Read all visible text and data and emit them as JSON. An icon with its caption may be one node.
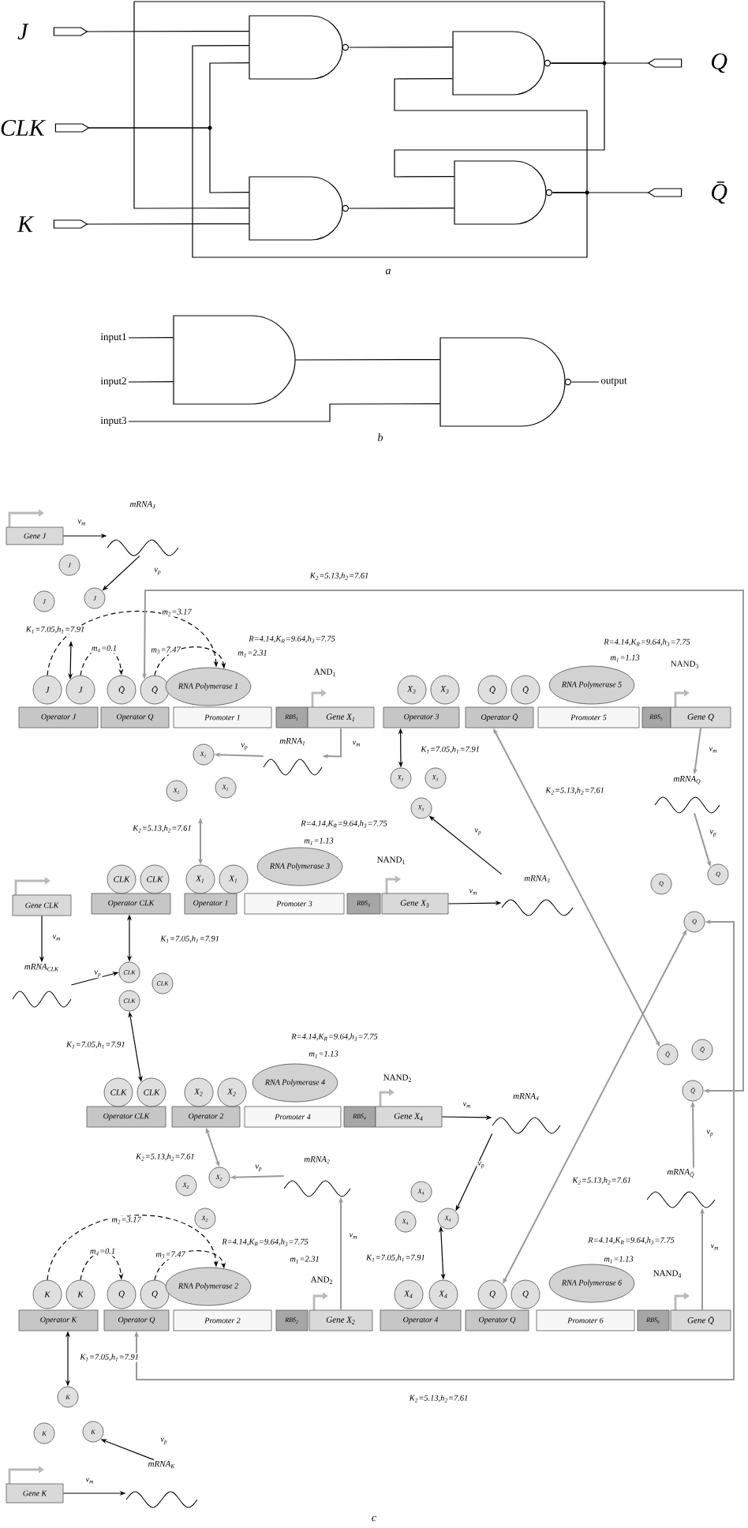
{
  "diagram": {
    "nodes": [
      {
        "text": [
          "J"
        ]
      },
      {
        "text": [
          "CLK"
        ]
      },
      {
        "text": [
          "K"
        ]
      },
      {
        "text": [],
        "shape": "gate"
      },
      {
        "text": [],
        "shape": "gate"
      },
      {
        "text": [],
        "shape": "gate"
      },
      {
        "text": [],
        "shape": "gate"
      },
      {
        "text": [
          "Q"
        ]
      },
      {
        "text": [
          "Q̄"
        ]
      },
      {
        "text": [
          "input1"
        ]
      },
      {
        "text": [
          "input2"
        ]
      },
      {
        "text": [
          "input3"
        ]
      },
      {
        "text": [],
        "shape": "gate"
      },
      {
        "text": [],
        "shape": "gate"
      },
      {
        "text": [
          "output"
        ]
      },
      {
        "text": [
          "Gene J"
        ]
      },
      {
        "text": [
          "mRNA$_{J}$"
        ]
      },
      {
        "text": [
          "J"
        ]
      },
      {
        "text": [
          "J"
        ]
      },
      {
        "text": [
          "J"
        ]
      },
      {
        "text": [
          "Operator J"
        ]
      },
      {
        "text": [
          "Operator Q"
        ]
      },
      {
        "text": [
          "Promoter 1"
        ]
      },
      {
        "text": [
          "RBS$_{1}$"
        ]
      },
      {
        "text": [
          "Gene X$_{1}$"
        ]
      },
      {
        "text": [
          "J"
        ]
      },
      {
        "text": [
          "J"
        ]
      },
      {
        "text": [
          "Q̄"
        ]
      },
      {
        "text": [
          "Q̄"
        ]
      },
      {
        "text": [
          "RNA Polymerase 1"
        ]
      },
      {
        "text": [
          "Operator 3"
        ]
      },
      {
        "text": [
          "Operator Q̄"
        ]
      },
      {
        "text": [
          "Promoter 5"
        ]
      },
      {
        "text": [
          "RBS$_{5}$"
        ]
      },
      {
        "text": [
          "Gene Q"
        ]
      },
      {
        "text": [
          "X$_{3}$"
        ]
      },
      {
        "text": [
          "X$_{3}$"
        ]
      },
      {
        "text": [
          "Q̄"
        ]
      },
      {
        "text": [
          "Q̄"
        ]
      },
      {
        "text": [
          "RNA Polymerase 5"
        ]
      },
      {
        "text": [
          "mRNA$_{1}$"
        ]
      },
      {
        "text": [
          "X$_{1}$"
        ]
      },
      {
        "text": [
          "X$_{1}$"
        ]
      },
      {
        "text": [
          "X$_{1}$"
        ]
      },
      {
        "text": [
          "X$_{3}$"
        ]
      },
      {
        "text": [
          "X$_{3}$"
        ]
      },
      {
        "text": [
          "X$_{3}$"
        ]
      },
      {
        "text": [
          "mRNA$_{Q}$"
        ]
      },
      {
        "text": [
          "Q"
        ]
      },
      {
        "text": [
          "Q"
        ]
      },
      {
        "text": [
          "Q"
        ]
      },
      {
        "text": [
          "Gene CLK"
        ]
      },
      {
        "text": [
          "Operator CLK"
        ]
      },
      {
        "text": [
          "Operator 1"
        ]
      },
      {
        "text": [
          "Promoter 3"
        ]
      },
      {
        "text": [
          "RBS$_{3}$"
        ]
      },
      {
        "text": [
          "Gene X$_{3}$"
        ]
      },
      {
        "text": [
          "CLK"
        ]
      },
      {
        "text": [
          "CLK"
        ]
      },
      {
        "text": [
          "X$_{1}$"
        ]
      },
      {
        "text": [
          "X$_{1}$"
        ]
      },
      {
        "text": [
          "RNA Polymerase 3"
        ]
      },
      {
        "text": [
          "mRNA$_{3}$"
        ]
      },
      {
        "text": [
          "mRNA$_{CLK}$"
        ]
      },
      {
        "text": [
          "CLK"
        ]
      },
      {
        "text": [
          "CLK"
        ]
      },
      {
        "text": [
          "CLK"
        ]
      },
      {
        "text": [
          "Operator CLK"
        ]
      },
      {
        "text": [
          "Operator 2"
        ]
      },
      {
        "text": [
          "Promoter 4"
        ]
      },
      {
        "text": [
          "RBS$_{4}$"
        ]
      },
      {
        "text": [
          "Gene X$_{4}$"
        ]
      },
      {
        "text": [
          "CLK"
        ]
      },
      {
        "text": [
          "CLK"
        ]
      },
      {
        "text": [
          "X$_{2}$"
        ]
      },
      {
        "text": [
          "X$_{2}$"
        ]
      },
      {
        "text": [
          "RNA Polymerase 4"
        ]
      },
      {
        "text": [
          "mRNA$_{4}$"
        ]
      },
      {
        "text": [
          "Q̄"
        ]
      },
      {
        "text": [
          "Q̄"
        ]
      },
      {
        "text": [
          "Q̄"
        ]
      },
      {
        "text": [
          "X$_{2}$"
        ]
      },
      {
        "text": [
          "X$_{2}$"
        ]
      },
      {
        "text": [
          "X$_{2}$"
        ]
      },
      {
        "text": [
          "mRNA$_{2}$"
        ]
      },
      {
        "text": [
          "X$_{4}$"
        ]
      },
      {
        "text": [
          "X$_{4}$"
        ]
      },
      {
        "text": [
          "X$_{4}$"
        ]
      },
      {
        "text": [
          "mRNA$_{Q̄}$"
        ]
      },
      {
        "text": [
          "Operator K"
        ]
      },
      {
        "text": [
          "Operator Q"
        ]
      },
      {
        "text": [
          "Promoter 2"
        ]
      },
      {
        "text": [
          "RBS$_{2}$"
        ]
      },
      {
        "text": [
          "Gene X$_{2}$"
        ]
      },
      {
        "text": [
          "K"
        ]
      },
      {
        "text": [
          "K"
        ]
      },
      {
        "text": [
          "Q"
        ]
      },
      {
        "text": [
          "Q"
        ]
      },
      {
        "text": [
          "RNA Polymerase 2"
        ]
      },
      {
        "text": [
          "Operator 4"
        ]
      },
      {
        "text": [
          "Operator Q"
        ]
      },
      {
        "text": [
          "Promoter 6"
        ]
      },
      {
        "text": [
          "RBS$_{6}$"
        ]
      },
      {
        "text": [
          "Gene Q̄"
        ]
      },
      {
        "text": [
          "X$_{4}$"
        ]
      },
      {
        "text": [
          "X$_{4}$"
        ]
      },
      {
        "text": [
          "Q"
        ]
      },
      {
        "text": [
          "Q"
        ]
      },
      {
        "text": [
          "RNA Polymerase 6"
        ]
      },
      {
        "text": [
          "K"
        ]
      },
      {
        "text": [
          "K"
        ]
      },
      {
        "text": [
          "K"
        ]
      },
      {
        "text": [
          "Gene K"
        ]
      },
      {
        "text": [
          "mRNA$_{K}$"
        ]
      }
    ],
    "edges": [
      {
        "from": 0,
        "to": 3,
        "arrow": "none"
      },
      {
        "from": 1,
        "to": 3,
        "arrow": "none"
      },
      {
        "from": 1,
        "to": 5,
        "arrow": "none"
      },
      {
        "from": 2,
        "to": 5,
        "arrow": "none"
      },
      {
        "from": 3,
        "to": 4,
        "arrow": "none"
      },
      {
        "from": 5,
        "to": 6,
        "arrow": "none"
      },
      {
        "from": 4,
        "to": 7,
        "arrow": "none"
      },
      {
        "from": 6,
        "to": 8,
        "arrow": "none"
      },
      {
        "from": 4,
        "to": 5,
        "arrow": "none"
      },
      {
        "from": 6,
        "to": 3,
        "arrow": "none"
      },
      {
        "from": 4,
        "to": 6,
        "arrow": "none"
      },
      {
        "from": 6,
        "to": 4,
        "arrow": "none"
      },
      {
        "from": 9,
        "to": 12,
        "arrow": "none"
      },
      {
        "from": 10,
        "to": 12,
        "arrow": "none"
      },
      {
        "from": 11,
        "to": 13,
        "arrow": "none"
      },
      {
        "from": 12,
        "to": 13,
        "arrow": "none"
      },
      {
        "from": 13,
        "to": 14,
        "arrow": "none"
      },
      {
        "from": 15,
        "to": 16,
        "arrow": "to",
        "label": "v$_{m}$"
      },
      {
        "from": 16,
        "to": 19,
        "arrow": "to",
        "label": "v$_{p}$"
      },
      {
        "from": null,
        "to": 26,
        "arrow": "both",
        "label": "K$_{1}$=7.05,h$_{1}$=7.91"
      },
      {
        "from": 25,
        "to": 29,
        "arrow": "to",
        "style": "dashed",
        "label": "m$_{2}$=3.17"
      },
      {
        "from": 26,
        "to": 27,
        "arrow": "to",
        "style": "dashed",
        "label": "m$_{4}$=0.1"
      },
      {
        "from": 28,
        "to": 29,
        "arrow": "to",
        "style": "dashed",
        "label": "m$_{3}$=7.47"
      },
      {
        "from": 80,
        "to": 28,
        "arrow": "both",
        "color": "#999999",
        "label": "K$_{2}$=5.13,h$_{2}$=7.61"
      },
      {
        "from": 50,
        "to": 90,
        "arrow": "both",
        "color": "#999999",
        "label": "K$_{2}$=5.13,h$_{2}$=7.61"
      },
      {
        "from": 24,
        "to": 40,
        "arrow": "to",
        "color": "#999999",
        "label": "v$_{m}$"
      },
      {
        "from": 40,
        "to": 41,
        "arrow": "to",
        "color": "#999999",
        "label": "v$_{p}$"
      },
      {
        "from": null,
        "to": 59,
        "arrow": "both",
        "color": "#999999",
        "label": "K$_{2}$=5.13,h$_{2}$=7.61"
      },
      {
        "from": 56,
        "to": 62,
        "arrow": "to",
        "label": "v$_{m}$"
      },
      {
        "from": 62,
        "to": 46,
        "arrow": "to",
        "label": "v$_{p}$"
      },
      {
        "from": 44,
        "to": 30,
        "arrow": "both",
        "label": "K$_{1}$=7.05,h$_{1}$=7.91"
      },
      {
        "from": 34,
        "to": 47,
        "arrow": "to",
        "color": "#999999",
        "label": "v$_{m}$"
      },
      {
        "from": 47,
        "to": 49,
        "arrow": "to",
        "color": "#999999",
        "label": "v$_{p}$"
      },
      {
        "from": 51,
        "to": 63,
        "arrow": "to",
        "label": "v$_{m}$"
      },
      {
        "from": 63,
        "to": 64,
        "arrow": "to",
        "label": "v$_{p}$"
      },
      {
        "from": 64,
        "to": 52,
        "arrow": "both",
        "label": "K$_{1}$=7.05,h$_{1}$=7.91"
      },
      {
        "from": 66,
        "to": 73,
        "arrow": "both",
        "label": "K$_{1}$=7.05,h$_{1}$=7.91"
      },
      {
        "from": 71,
        "to": 77,
        "arrow": "to",
        "label": "v$_{m}$"
      },
      {
        "from": 77,
        "to": 87,
        "arrow": "to",
        "label": "v$_{p}$"
      },
      {
        "from": 68,
        "to": 82,
        "arrow": "both",
        "color": "#999999",
        "label": "K$_{2}$=5.13,h$_{2}$=7.61"
      },
      {
        "from": 84,
        "to": 82,
        "arrow": "to",
        "color": "#999999",
        "label": "v$_{p}$"
      },
      {
        "from": 93,
        "to": 84,
        "arrow": "to",
        "color": "#999999",
        "label": "v$_{m}$"
      },
      {
        "from": 87,
        "to": 105,
        "arrow": "both",
        "label": "K$_{1}$=7.05,h$_{1}$=7.91"
      },
      {
        "from": 94,
        "to": 98,
        "arrow": "to",
        "style": "dashed",
        "label": "m$_{2}$=3.17"
      },
      {
        "from": 95,
        "to": 96,
        "arrow": "to",
        "style": "dashed",
        "label": "m$_{4}$=0.1"
      },
      {
        "from": 97,
        "to": 98,
        "arrow": "to",
        "style": "dashed",
        "label": "m$_{3}$=7.47"
      },
      {
        "from": 78,
        "to": 31,
        "arrow": "both",
        "color": "#999999",
        "label": "K$_{2}$=5.13,h$_{2}$=7.61"
      },
      {
        "from": 50,
        "to": 106,
        "arrow": "both",
        "color": "#999999",
        "label": "K$_{2}$=5.13,h$_{2}$=7.61"
      },
      {
        "from": 103,
        "to": 88,
        "arrow": "to",
        "color": "#999999",
        "label": "v$_{m}$"
      },
      {
        "from": 88,
        "to": 80,
        "arrow": "to",
        "color": "#999999",
        "label": "v$_{p}$"
      },
      {
        "from": 109,
        "to": 89,
        "arrow": "both",
        "label": "K$_{1}$=7.05,h$_{1}$=7.91"
      },
      {
        "from": 112,
        "to": 113,
        "arrow": "to",
        "label": "v$_{m}$"
      },
      {
        "from": 113,
        "to": 111,
        "arrow": "to",
        "label": "v$_{p}$"
      }
    ],
    "labels": [
      "a",
      "b",
      "R=4.14,K$_{R}$=9.64,h$_{3}$=7.75",
      "m$_{1}$=2.31",
      "AND$_{1}$",
      "R=4.14,K$_{R}$=9.64,h$_{3}$=7.75",
      "m$_{1}$=1.13",
      "NAND$_{3}$",
      "R=4.14,K$_{R}$=9.64,h$_{3}$=7.75",
      "m$_{1}$=1.13",
      "NAND$_{1}$",
      "R=4.14,K$_{R}$=9.64,h$_{3}$=7.75",
      "m$_{1}$=1.13",
      "NAND$_{2}$",
      "R=4.14,K$_{R}$=9.64,h$_{3}$=7.75",
      "m$_{1}$=2.31",
      "AND$_{2}$",
      "R=4.14,K$_{R}$=9.64,h$_{3}$=7.75",
      "m$_{1}$=1.13",
      "NAND$_{4}$",
      "c"
    ]
  }
}
